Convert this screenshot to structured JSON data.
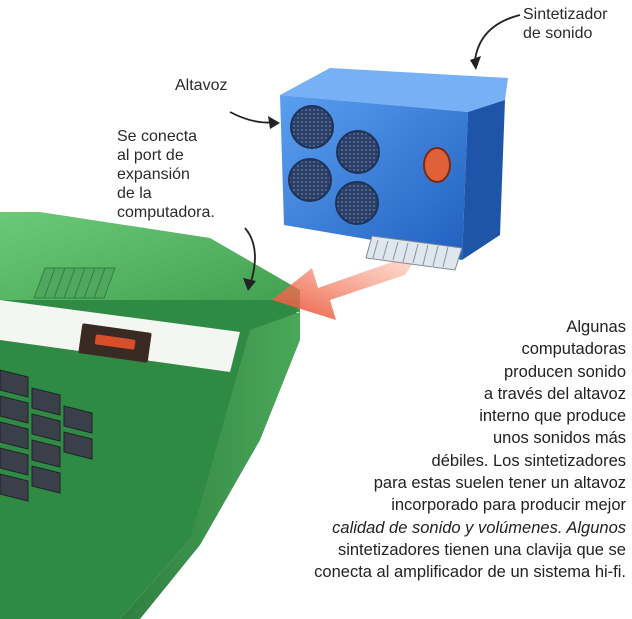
{
  "labels": {
    "synthesizer": [
      "Sintetizador",
      "de sonido"
    ],
    "speaker": "Altavoz",
    "connects": [
      "Se conecta",
      "al port de",
      "expansión",
      "de la",
      "computadora."
    ]
  },
  "caption": [
    "Algunas",
    "computadoras",
    "producen sonido",
    "a través del altavoz",
    "interno que produce",
    "unos sonidos más",
    "débiles. Los sintetizadores",
    "para estas suelen tener un altavoz",
    "incorporado para producir mejor",
    "calidad de sonido y volúmenes. Algunos",
    "sintetizadores tienen una clavija que se",
    "conecta al amplificador de un sistema hi-fi."
  ],
  "colors": {
    "computer_body": "#3f9e4f",
    "computer_top": "#5bbd67",
    "synth_blue": "#2e74d6",
    "arrow": "#e8553a",
    "knob": "#e0603a"
  }
}
